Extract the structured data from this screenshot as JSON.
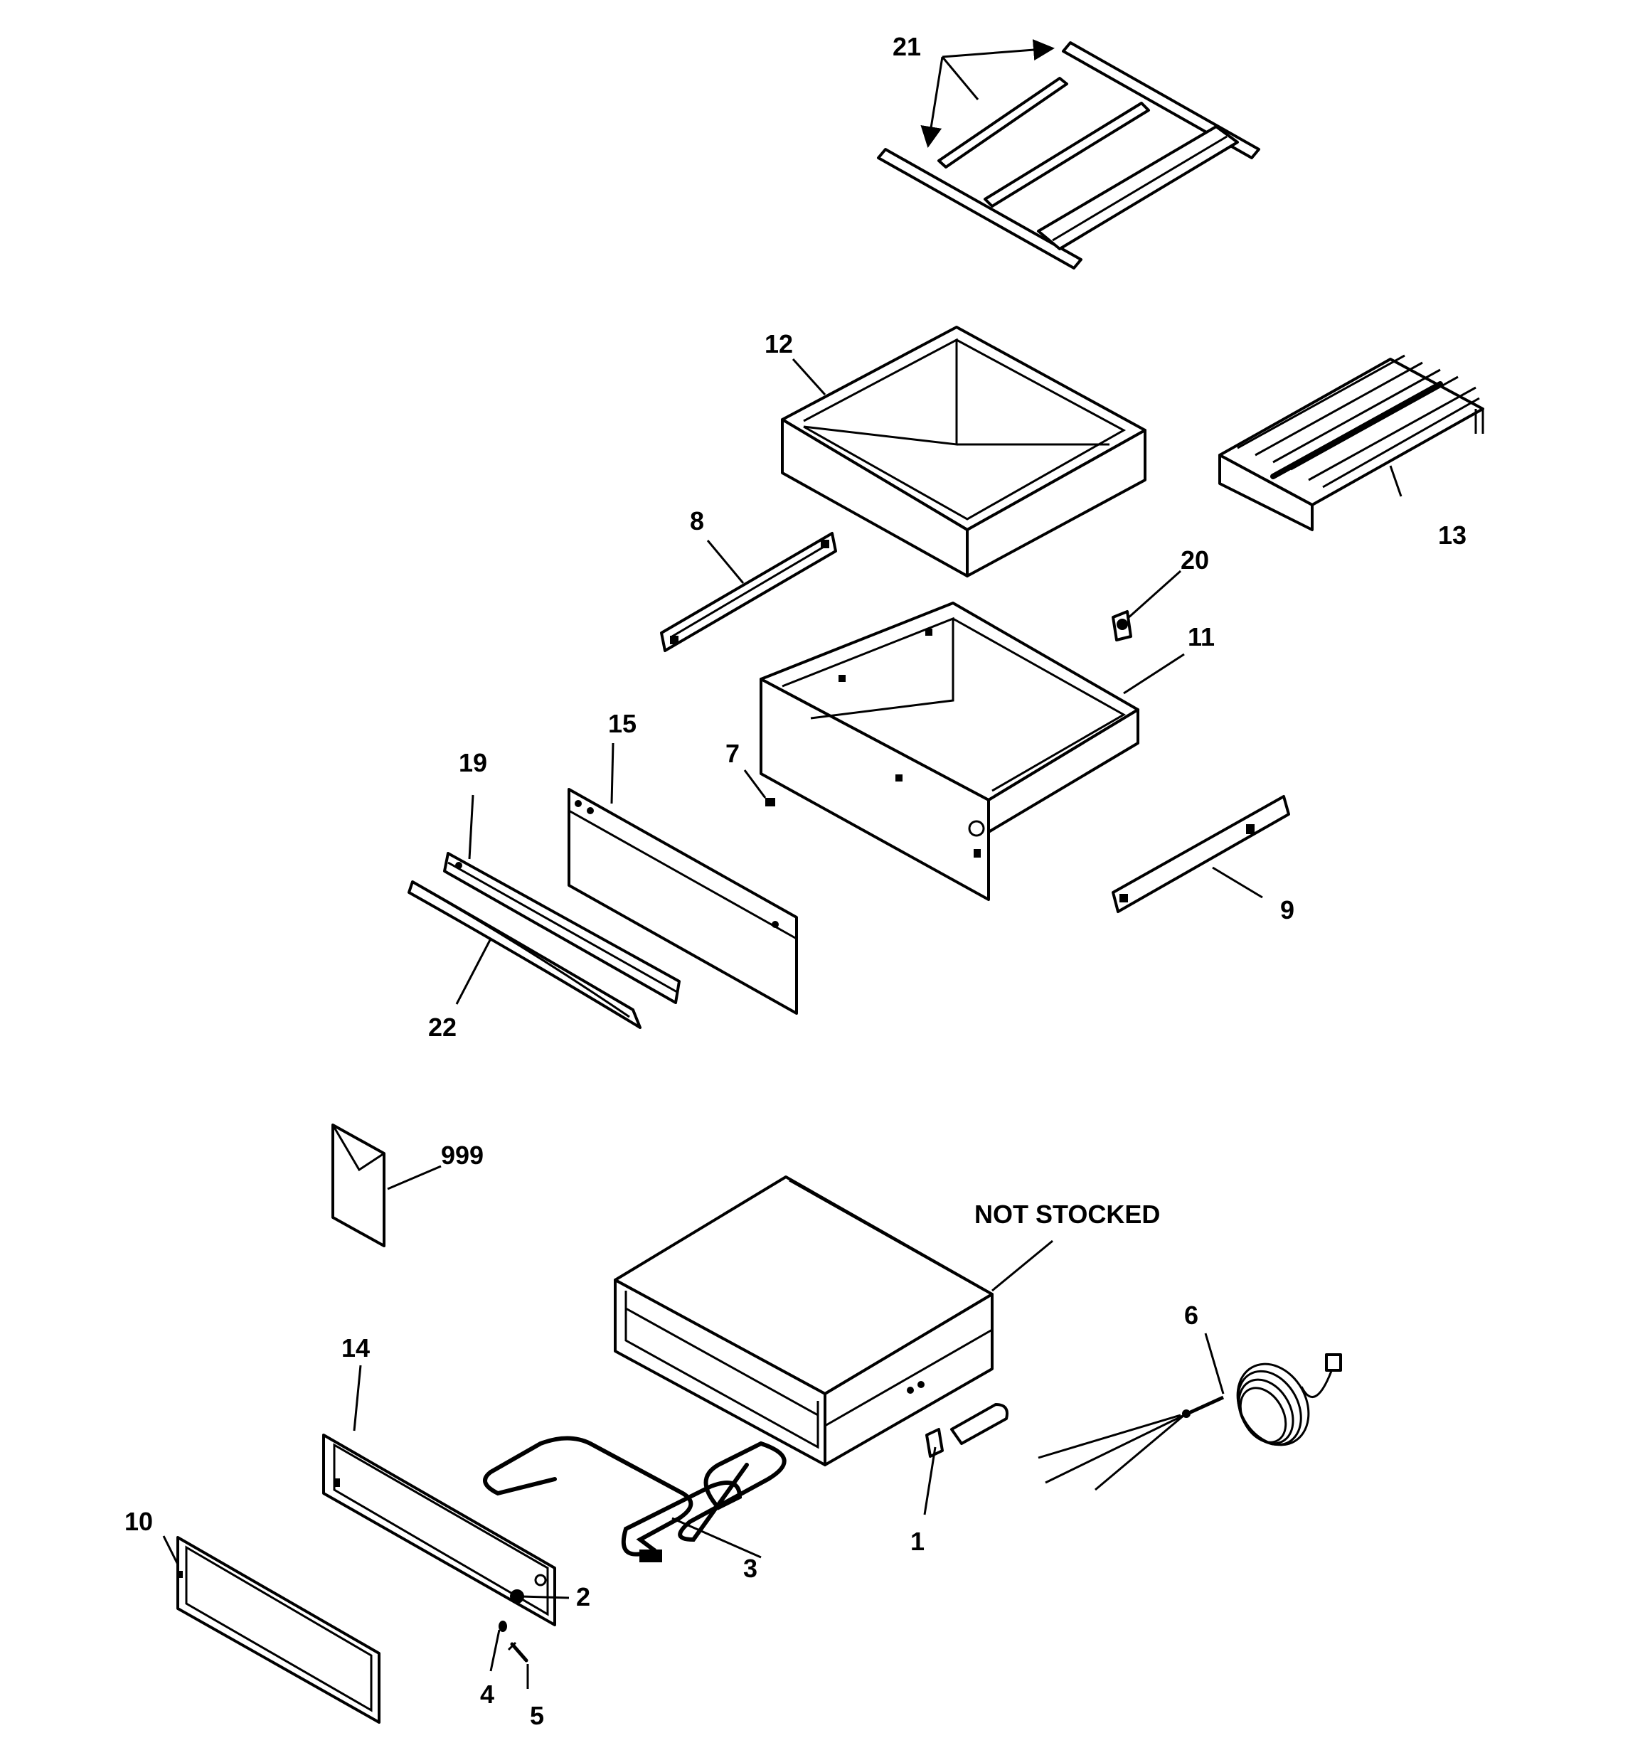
{
  "labels": {
    "p1": "1",
    "p2": "2",
    "p3": "3",
    "p4": "4",
    "p5": "5",
    "p6": "6",
    "p7": "7",
    "p8": "8",
    "p9": "9",
    "p10": "10",
    "p11": "11",
    "p12": "12",
    "p13": "13",
    "p14": "14",
    "p15": "15",
    "p19": "19",
    "p20": "20",
    "p21": "21",
    "p22": "22",
    "p999": "999",
    "not_stocked": "NOT STOCKED"
  }
}
